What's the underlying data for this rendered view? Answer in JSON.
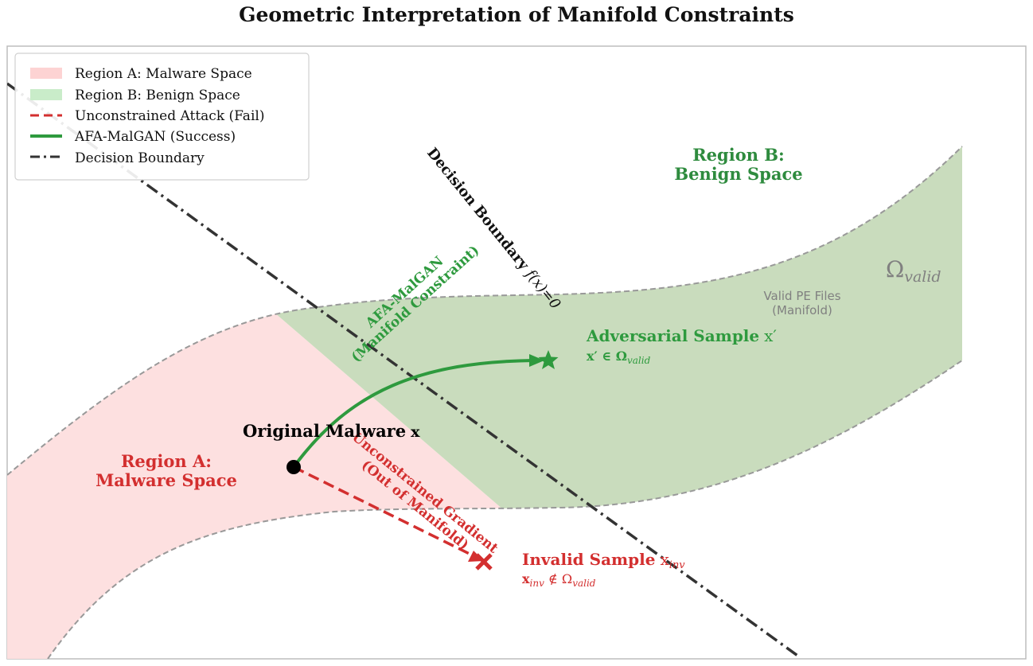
{
  "title": "Geometric Interpretation of Manifold Constraints",
  "legend": {
    "region_a": "Region A: Malware Space",
    "region_b": "Region B: Benign Space",
    "unconstrained": "Unconstrained Attack (Fail)",
    "afa": "AFA-MalGAN (Success)",
    "boundary": "Decision Boundary"
  },
  "labels": {
    "region_a_line1": "Region A:",
    "region_a_line2": "Malware Space",
    "region_b_line1": "Region B:",
    "region_b_line2": "Benign Space",
    "omega_main": "Ω",
    "omega_sub": "valid",
    "manifold_line1": "Valid PE Files",
    "manifold_line2": "(Manifold)",
    "boundary_text": "Decision Boundary",
    "boundary_formula": "f(x)=0",
    "afa_line1": "AFA-MalGAN",
    "afa_line2": "(Manifold Constraint)",
    "unc_line1": "Unconstrained Gradient",
    "unc_line2": "(Out of Manifold)",
    "original": "Original Malware",
    "original_sym": "x",
    "adv_title": "Adversarial Sample",
    "adv_sym": "x′",
    "adv_formula": "x′ ∈ Ω",
    "adv_formula_sub": "valid",
    "inv_title": "Invalid Sample",
    "inv_sym": "x",
    "inv_sym_sub": "inv",
    "inv_formula": "x",
    "inv_formula_sub1": "inv",
    "inv_formula_mid": " ∉ Ω",
    "inv_formula_sub2": "valid"
  },
  "colors": {
    "malware_fill": "#fde0e0",
    "benign_fill": "#c9dcbd",
    "red": "#d32f2f",
    "green": "#2e9a3e",
    "boundary": "#333333",
    "grey": "#808080"
  }
}
